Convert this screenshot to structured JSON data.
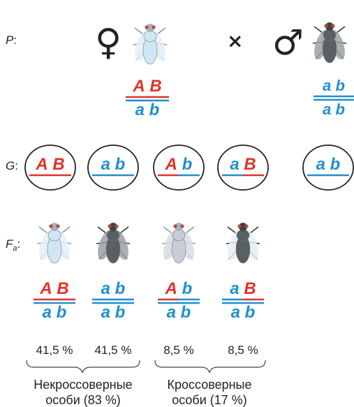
{
  "colors": {
    "red": "#e0312b",
    "blue": "#1f8fcf",
    "text": "#222222",
    "light_fly_body": "#cfe7f5",
    "dark_fly_body": "#5a5f63"
  },
  "rows": {
    "parents": {
      "label": "P",
      "suffix": ":"
    },
    "gametes": {
      "label": "G",
      "suffix": ":"
    },
    "offspring": {
      "label": "F",
      "sub": "a",
      "suffix": ":"
    }
  },
  "parents": {
    "female_symbol": "♀",
    "male_symbol": "♂",
    "cross_symbol": "×",
    "female": {
      "top": [
        "A",
        "B"
      ],
      "bottom": [
        "a",
        "b"
      ],
      "fly": "light"
    },
    "male": {
      "top": [
        "a",
        "b"
      ],
      "bottom": [
        "a",
        "b"
      ],
      "fly": "dark"
    }
  },
  "gametes": [
    {
      "alleles": [
        "A",
        "B"
      ]
    },
    {
      "alleles": [
        "a",
        "b"
      ]
    },
    {
      "alleles": [
        "A",
        "b"
      ]
    },
    {
      "alleles": [
        "a",
        "B"
      ]
    },
    {
      "alleles": [
        "a",
        "b"
      ]
    }
  ],
  "offspring": [
    {
      "top": [
        "A",
        "B"
      ],
      "bottom": [
        "a",
        "b"
      ],
      "percent": "41,5 %",
      "fly": "light",
      "value": 41.5
    },
    {
      "top": [
        "a",
        "b"
      ],
      "bottom": [
        "a",
        "b"
      ],
      "percent": "41,5 %",
      "fly": "dark",
      "value": 41.5
    },
    {
      "top": [
        "A",
        "b"
      ],
      "bottom": [
        "a",
        "b"
      ],
      "percent": "8,5 %",
      "fly": "light-gray",
      "value": 8.5
    },
    {
      "top": [
        "a",
        "B"
      ],
      "bottom": [
        "a",
        "b"
      ],
      "percent": "8,5 %",
      "fly": "dark-light-wings",
      "value": 8.5
    }
  ],
  "groups": {
    "noncrossover": {
      "line1": "Некроссоверные",
      "line2": "особи (83 %)"
    },
    "crossover": {
      "line1": "Кроссоверные",
      "line2": "особи (17 %)"
    }
  }
}
